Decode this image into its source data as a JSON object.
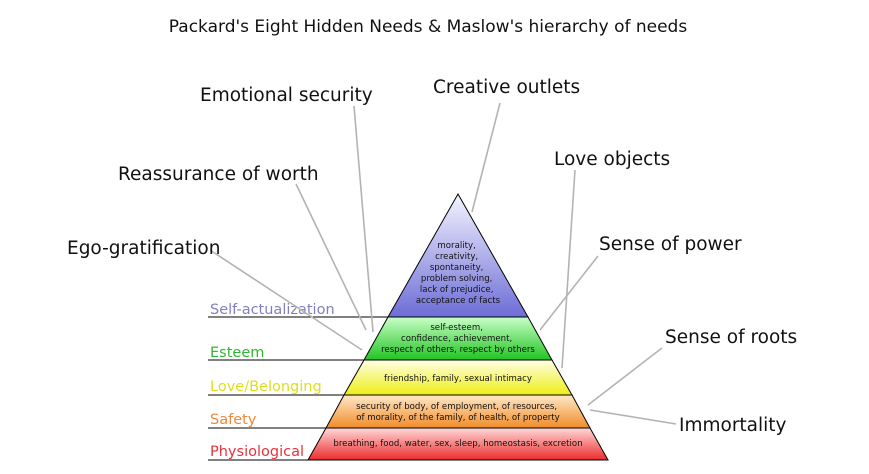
{
  "title": "Packard's Eight Hidden Needs & Maslow's hierarchy of needs",
  "hidden_needs": [
    "Emotional security",
    "Creative outlets",
    "Love objects",
    "Reassurance of worth",
    "Ego-gratification",
    "Sense of power",
    "Sense of roots",
    "Immortality"
  ],
  "levels": [
    {
      "label": "Self-actualization",
      "color": "#8080c0",
      "lines": [
        "morality,",
        "creativity,",
        "spontaneity,",
        "problem solving,",
        "lack of prejudice,",
        "acceptance of facts"
      ]
    },
    {
      "label": "Esteem",
      "color": "#2fb82f",
      "lines": [
        "self-esteem,",
        "confidence, achievement,",
        "respect of others, respect by others"
      ]
    },
    {
      "label": "Love/Belonging",
      "color": "#dede1c",
      "lines": [
        "friendship, family, sexual intimacy"
      ]
    },
    {
      "label": "Safety",
      "color": "#f0883a",
      "lines": [
        "security of body, of employment, of resources,",
        "of morality, of the family, of health, of property"
      ]
    },
    {
      "label": "Physiological",
      "color": "#e8333a",
      "lines": [
        "breathing, food, water, sex, sleep, homeostasis, excretion"
      ]
    }
  ],
  "tier_fills": {
    "self_actualization": [
      "#ffffff",
      "#7070d8"
    ],
    "esteem": [
      "#b4ffb4",
      "#2ec82e"
    ],
    "love_belonging": [
      "#fffff0",
      "#f4f420"
    ],
    "safety": [
      "#fff0d8",
      "#f39530"
    ],
    "physiological": [
      "#ffe0e0",
      "#ee3030"
    ]
  }
}
